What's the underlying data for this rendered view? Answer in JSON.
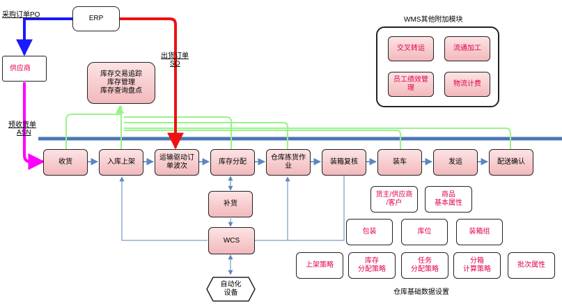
{
  "erp": "ERP",
  "supplier": "供应商",
  "purchase_order_label": "采购订单PO",
  "asn_label": {
    "line1": "预收货单",
    "line2": "ASN"
  },
  "so_label": {
    "line1": "出货订单",
    "line2": "SO"
  },
  "inventory_box": "库存交易追踪\n库存管理\n库存查询盘点",
  "process_steps": [
    "收货",
    "入库上架",
    "运输驱动订\n单波次",
    "库存分配",
    "仓库拣货作\n业",
    "装箱复核",
    "装车",
    "发运",
    "配送确认"
  ],
  "replenish": "补货",
  "wcs": "WCS",
  "auto_equipment": "自动化\n设备",
  "wms_modules": {
    "title": "WMS其他附加模块",
    "items": [
      "交叉转运",
      "流通加工",
      "员工绩效管\n理",
      "物流计费"
    ]
  },
  "base_data": {
    "title": "仓库基础数据设置",
    "items": [
      "货主/供应商\n/客户",
      "商品\n基本属性",
      "包装",
      "库位",
      "装箱组",
      "上架策略",
      "库存\n分配策略",
      "任务\n分配策略",
      "分箱\n计算策略",
      "批次属性"
    ]
  },
  "colors": {
    "blue_flow": "#1a1aff",
    "red_flow": "#ee1111",
    "magenta_flow": "#ff00ff",
    "green_flow": "#99f288",
    "bus": "#4a77b4",
    "thin_blue": "#5b86c2"
  }
}
